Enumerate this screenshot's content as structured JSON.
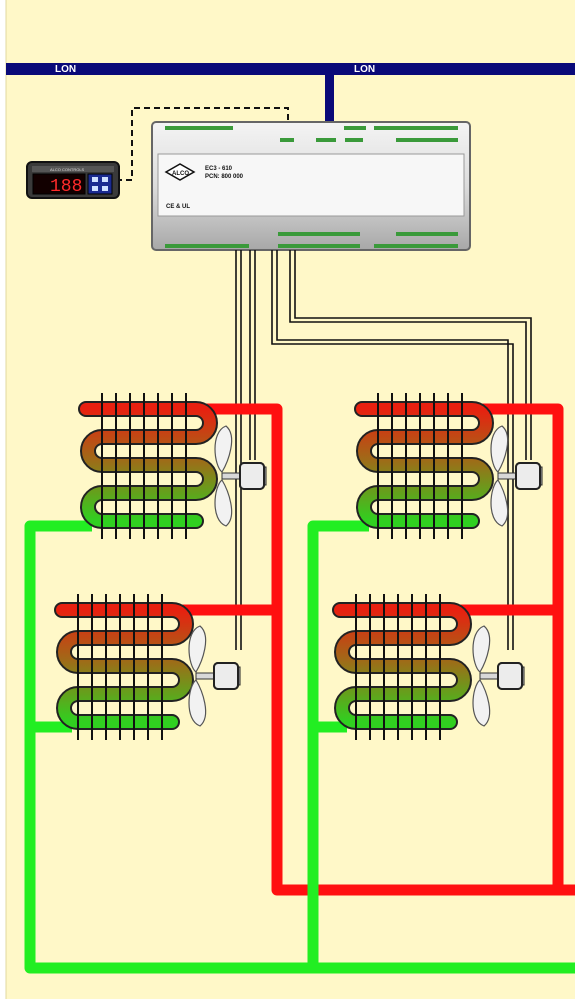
{
  "bus": {
    "label_left": "LON",
    "label_right": "LON"
  },
  "controller": {
    "model": "EC3 - 610",
    "pcn": "PCN: 800 000",
    "cert": "CE & UL",
    "logo_text": "ALCO"
  },
  "display_unit": {
    "readout": "188",
    "brand": "ALCO CONTROLS",
    "icon": "digital-display-icon"
  },
  "colors": {
    "background": "#fff8c8",
    "bus": "#0a0a78",
    "hot_line": "#ff1010",
    "cold_line": "#22ee22",
    "controller_body": "#dcdcdc",
    "led_green": "#3a9a3a"
  },
  "icons": [
    "fan-icon",
    "motor-icon",
    "coil-icon",
    "alco-logo-icon"
  ]
}
